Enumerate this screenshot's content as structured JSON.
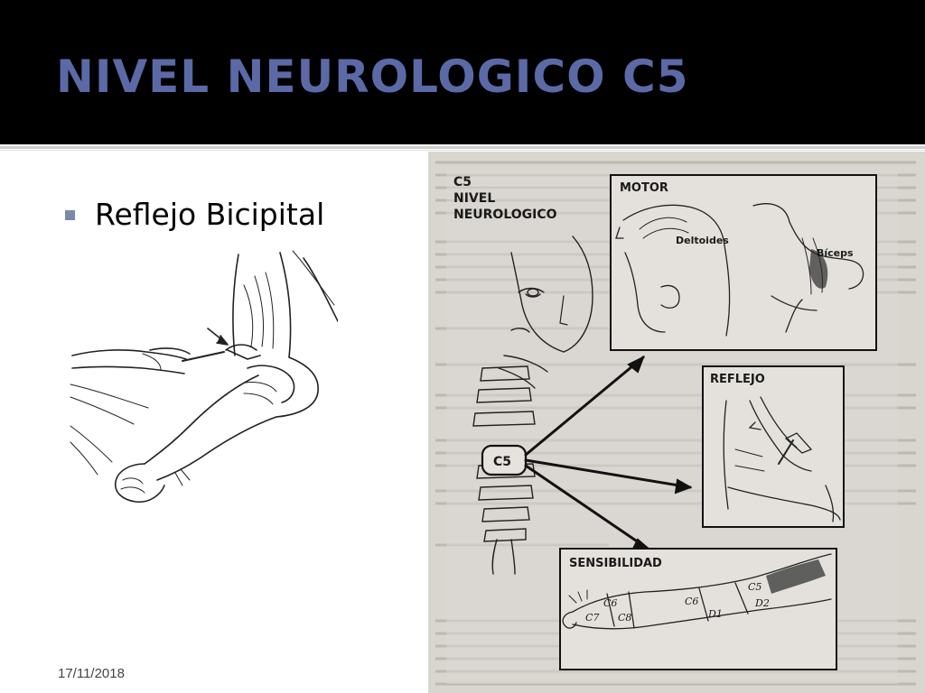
{
  "slide": {
    "title": "NIVEL NEUROLOGICO C5",
    "bullet": "Reflejo Bicipital",
    "date": "17/11/2018"
  },
  "figure_right": {
    "header_lines": [
      "C5",
      "NIVEL",
      "NEUROLOGICO"
    ],
    "vertebra_label": "C5",
    "motor": {
      "title": "MOTOR",
      "muscle_1": "Deltoides",
      "muscle_2": "Bíceps"
    },
    "reflejo": {
      "title": "REFLEJO"
    },
    "sensibilidad": {
      "title": "SENSIBILIDAD",
      "dermatomes": [
        "C6",
        "C7",
        "C8",
        "C6",
        "C5",
        "D2",
        "D1"
      ]
    }
  },
  "colors": {
    "title_bar": "#000000",
    "title_text": "#5b6aa6",
    "bullet": "#7b88a8",
    "page_bg": "#ffffff",
    "scan_paper": "#d9d6d0"
  }
}
